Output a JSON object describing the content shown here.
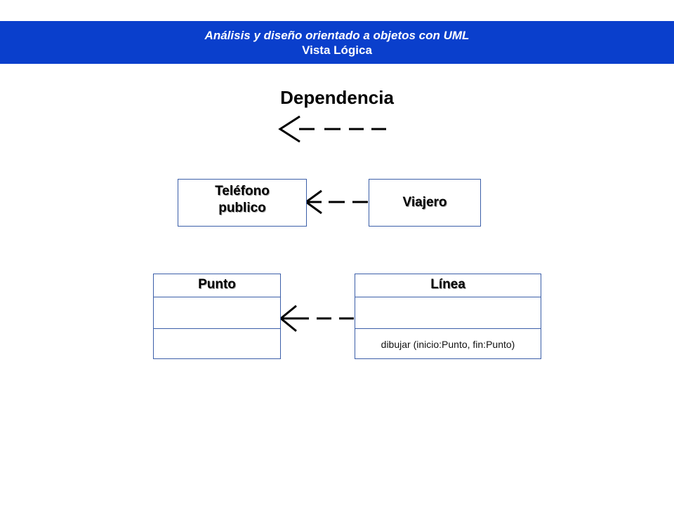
{
  "header": {
    "line1": "Análisis y diseño orientado a objetos con UML",
    "line2": "Vista Lógica",
    "color": "#0a3fcc"
  },
  "title": "Dependencia",
  "example1": {
    "left": {
      "line1": "Teléfono",
      "line2": "publico"
    },
    "right": "Viajero"
  },
  "example2": {
    "left": {
      "name": "Punto"
    },
    "right": {
      "name": "Línea",
      "operation": "dibujar (inicio:Punto, fin:Punto)"
    }
  }
}
